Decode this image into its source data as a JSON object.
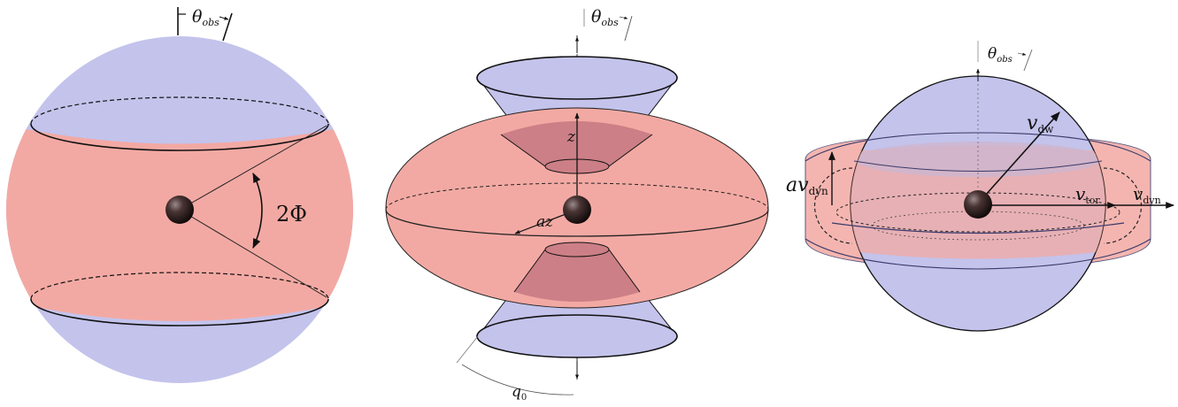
{
  "colors": {
    "blue": "#c3c3ec",
    "red": "#f3a9a3",
    "dark_red": "#cc7f86",
    "line": "#111111",
    "guide": "#555555"
  },
  "panel1": {
    "observer_symbol": "θ",
    "observer_sub": "obs",
    "angle_label": "2Φ"
  },
  "panel2": {
    "observer_symbol": "θ",
    "observer_sub": "obs",
    "z_label": "z",
    "az_label": "az",
    "q_symbol": "q",
    "q_sub": "0"
  },
  "panel3": {
    "observer_symbol": "θ",
    "observer_sub": "obs",
    "vdw_symbol": "v",
    "vdw_sub": "dw",
    "vtor_symbol": "v",
    "vtor_sub": "tor",
    "vdyn_symbol": "v",
    "vdyn_sub": "dyn",
    "avdyn_prefix": "a",
    "avdyn_symbol": "v",
    "avdyn_sub": "dyn"
  }
}
